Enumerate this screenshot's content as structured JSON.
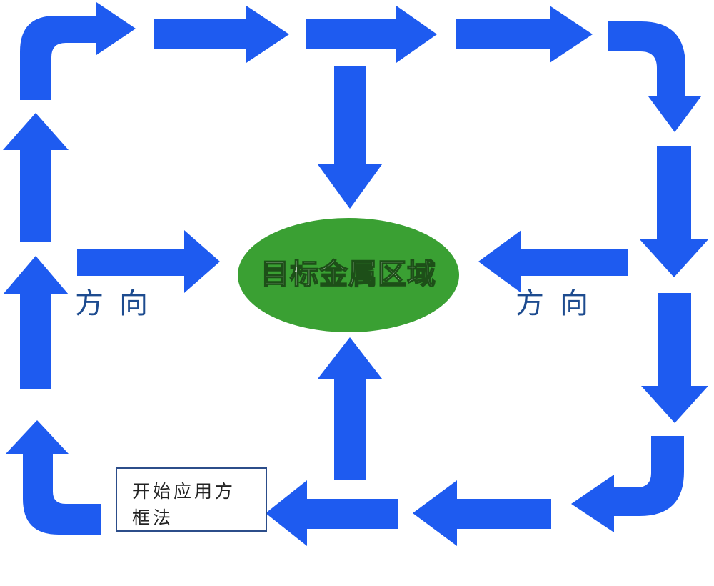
{
  "target_label": "目标金属区域",
  "direction_left": "方向",
  "direction_right": "方向",
  "start_box": {
    "line1": "开始应用方",
    "line2": "框法"
  },
  "colors": {
    "arrow": "#1e5bf0",
    "target_fill": "#3aa033",
    "direction_text": "#1d4b8f"
  }
}
